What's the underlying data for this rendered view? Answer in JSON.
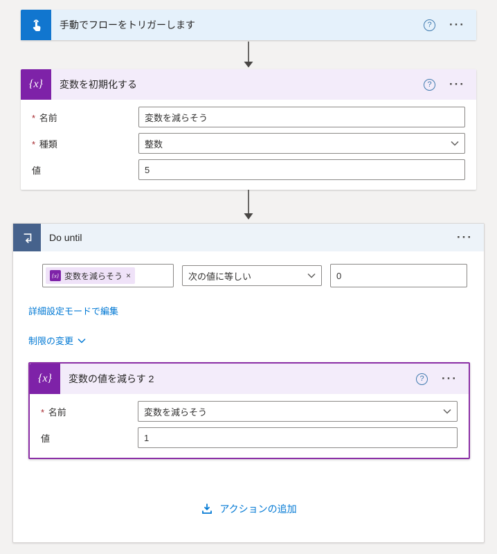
{
  "colors": {
    "accent_blue": "#0078d4",
    "trigger_blue": "#1176cf",
    "variable_purple": "#7e22a8",
    "selected_border_purple": "#8a2da5",
    "control_slate": "#46628c",
    "required_red": "#a4262c"
  },
  "trigger_card": {
    "title": "手動でフローをトリガーします"
  },
  "init_variable_card": {
    "title": "変数を初期化する",
    "icon_glyph": "{x}",
    "fields": {
      "name": {
        "label": "名前",
        "value": "変数を減らそう"
      },
      "type": {
        "label": "種類",
        "value": "整数"
      },
      "value": {
        "label": "値",
        "value": "5"
      }
    }
  },
  "do_until": {
    "title": "Do until",
    "condition": {
      "chip_glyph": "{x}",
      "chip_text": "変数を減らそう",
      "chip_close": "×",
      "operator": "次の値に等しい",
      "value": "0"
    },
    "advanced_link": "詳細設定モードで編集",
    "limits_link": "制限の変更",
    "decrement_card": {
      "title": "変数の値を減らす 2",
      "icon_glyph": "{x}",
      "fields": {
        "name": {
          "label": "名前",
          "value": "変数を減らそう"
        },
        "value": {
          "label": "値",
          "value": "1"
        }
      }
    },
    "add_action_label": "アクションの追加"
  }
}
